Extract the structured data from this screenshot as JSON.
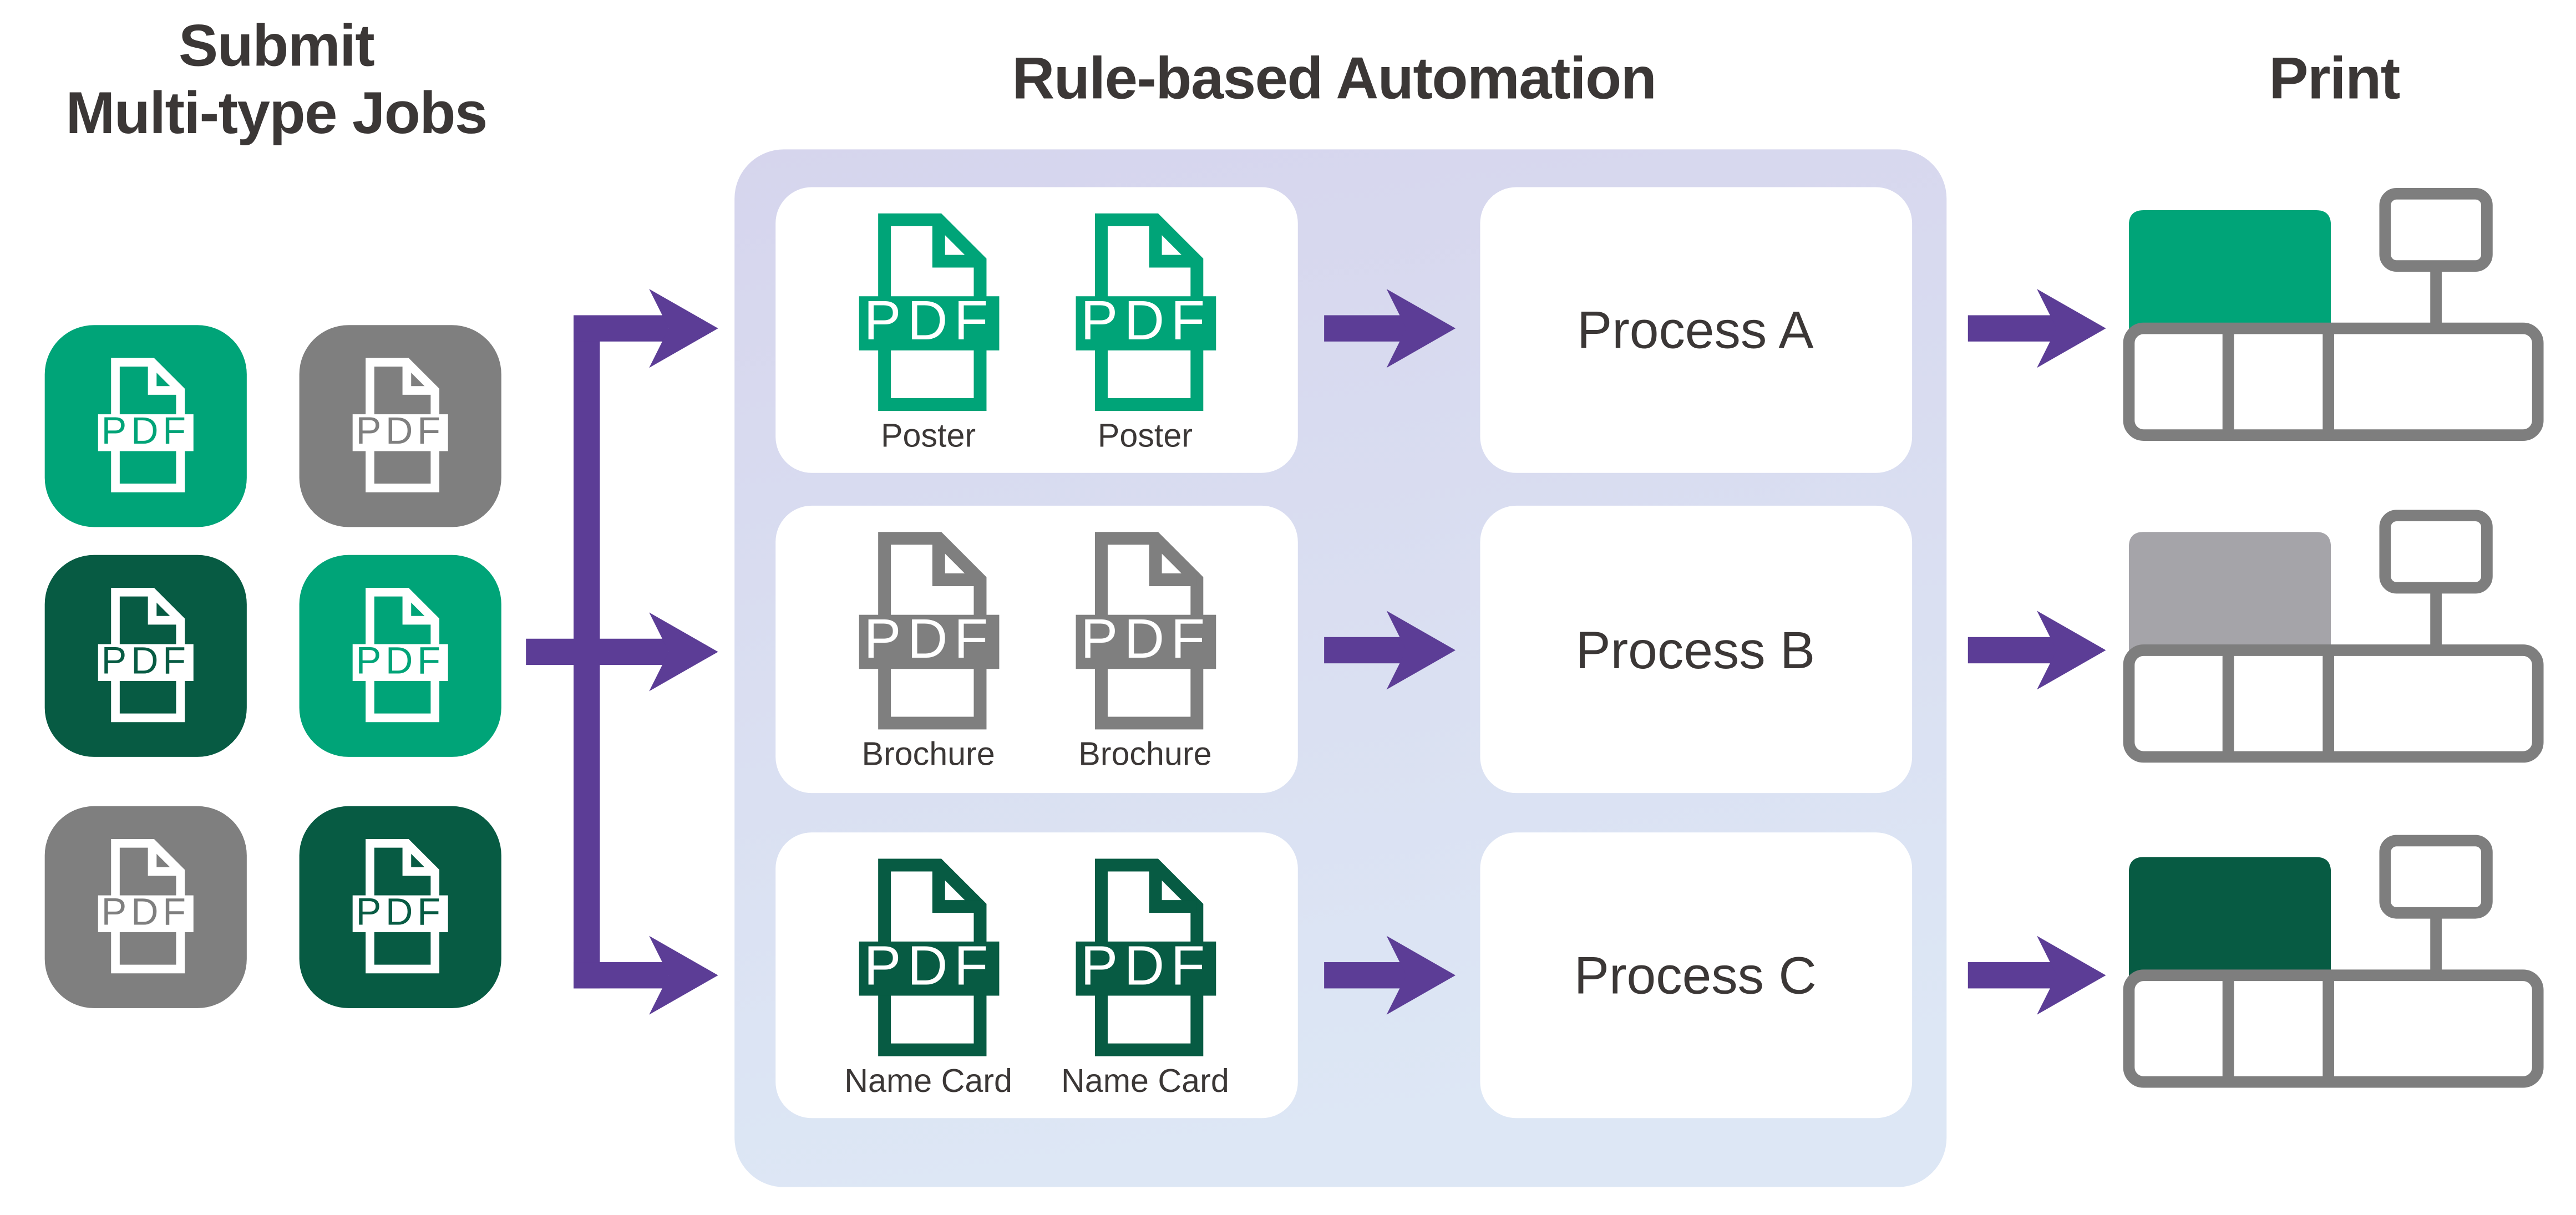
{
  "header": {
    "submit_title_line1": "Submit",
    "submit_title_line2": "Multi-type Jobs",
    "automation_title": "Rule-based Automation",
    "print_title": "Print"
  },
  "colors": {
    "green": "#00A478",
    "dark_green": "#075B43",
    "gray": "#7F7F7F",
    "light_gray": "#A5A4A9",
    "purple": "#5C3D96",
    "panel_gradient_top": "#D6D5ED",
    "panel_gradient_bottom": "#DDE7F5",
    "printer_outline": "#7E7E7E",
    "text_dark": "#3B3736",
    "card_background": "#FFFFFF"
  },
  "submit_grid": {
    "tiles": [
      {
        "file_type": "PDF",
        "color": "#00A478"
      },
      {
        "file_type": "PDF",
        "color": "#7F7F7F"
      },
      {
        "file_type": "PDF",
        "color": "#075B43"
      },
      {
        "file_type": "PDF",
        "color": "#00A478"
      },
      {
        "file_type": "PDF",
        "color": "#7F7F7F"
      },
      {
        "file_type": "PDF",
        "color": "#075B43"
      }
    ]
  },
  "automation": {
    "job_cards": [
      {
        "color": "#00A478",
        "docs": [
          {
            "file_type": "PDF",
            "caption": "Poster"
          },
          {
            "file_type": "PDF",
            "caption": "Poster"
          }
        ]
      },
      {
        "color": "#7F7F7F",
        "docs": [
          {
            "file_type": "PDF",
            "caption": "Brochure"
          },
          {
            "file_type": "PDF",
            "caption": "Brochure"
          }
        ]
      },
      {
        "color": "#075B43",
        "docs": [
          {
            "file_type": "PDF",
            "caption": "Name Card"
          },
          {
            "file_type": "PDF",
            "caption": "Name Card"
          }
        ]
      }
    ],
    "process_cards": [
      {
        "label": "Process A"
      },
      {
        "label": "Process B"
      },
      {
        "label": "Process C"
      }
    ]
  },
  "printers": [
    {
      "block_color": "#00A478"
    },
    {
      "block_color": "#A5A4A9"
    },
    {
      "block_color": "#075B43"
    }
  ]
}
